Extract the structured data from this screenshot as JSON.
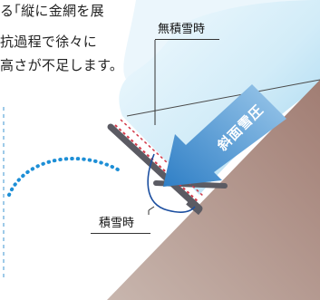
{
  "intro_text": {
    "line1": "る｢縦に金網を展",
    "line2": "抗過程で徐々に",
    "line3": "高さが不足します。"
  },
  "labels": {
    "no_snow": "無積雪時",
    "with_snow": "積雪時",
    "slope_pressure": "斜面雪圧"
  },
  "colors": {
    "ground": "#a58a82",
    "snow_light": "#e3f3fb",
    "snow_mid": "#aedcf2",
    "pressure_arrow": "#3f8fd0",
    "net_dashes": "#d23a4a",
    "structure": "#5b5b63",
    "dotted_arc": "#1e8fd6",
    "deformed_net": "#1c4fa0"
  }
}
